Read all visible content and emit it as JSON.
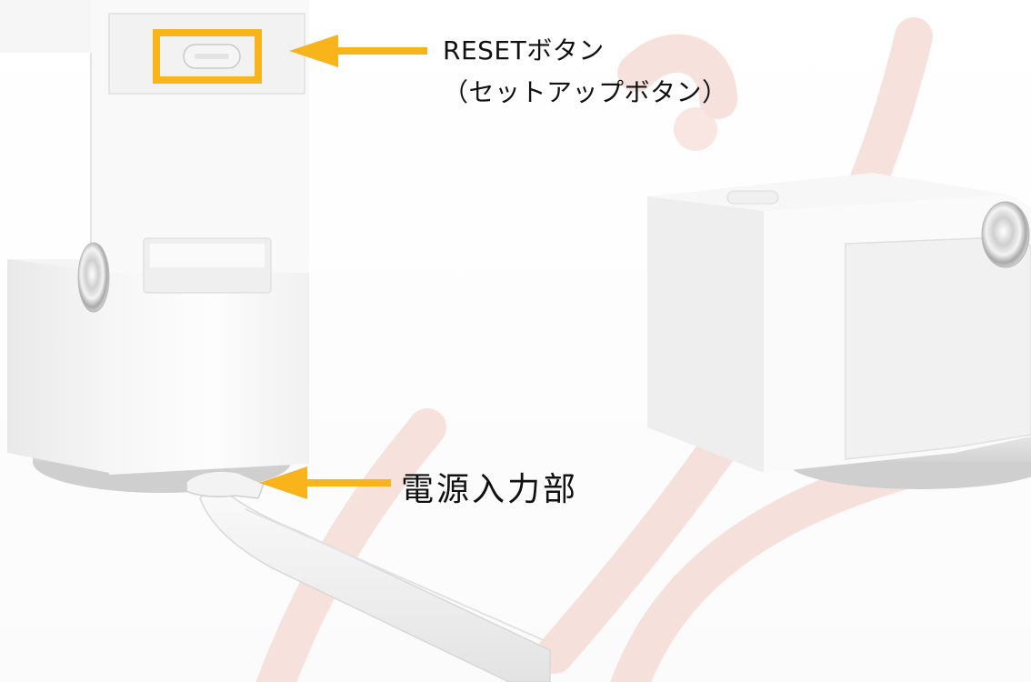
{
  "annotations": {
    "reset_button": {
      "line1": "RESETボタン",
      "line2": "（セットアップボタン）"
    },
    "power_input": {
      "label": "電源入力部"
    }
  },
  "colors": {
    "accent_arrow": "#F9B31B",
    "watermark": "#F3D2CC",
    "device_body": "#F7F7F7"
  }
}
